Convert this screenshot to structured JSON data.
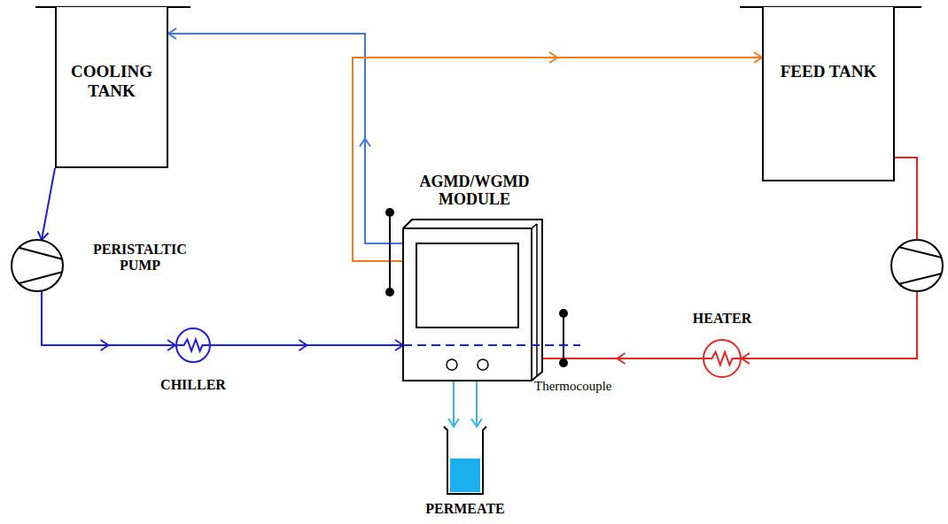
{
  "diagram": {
    "nodes": [
      {
        "text": [
          "COOLING TANK"
        ]
      },
      {
        "text": [
          "FEED TANK"
        ]
      },
      {
        "text": [
          "AGMD/WGMD MODULE"
        ]
      },
      {
        "text": [
          "PERISTALTIC PUMP"
        ]
      },
      {
        "text": [
          "HEATER"
        ]
      },
      {
        "text": [
          "CHILLER"
        ]
      },
      {
        "text": [
          "PERMEATE"
        ]
      }
    ],
    "edges": [
      {
        "from": 0,
        "to": 3,
        "arrow": "to"
      },
      {
        "from": 3,
        "to": 5,
        "arrow": "to"
      },
      {
        "from": 5,
        "to": 2,
        "arrow": "to"
      },
      {
        "from": 2,
        "to": 0,
        "arrow": "to"
      },
      {
        "from": 2,
        "to": 1,
        "arrow": "to"
      },
      {
        "from": 1,
        "to": 4,
        "arrow": "to"
      },
      {
        "from": 4,
        "to": 2,
        "arrow": "to"
      },
      {
        "from": 2,
        "to": 6,
        "arrow": "to"
      },
      {
        "from": 2,
        "to": 6,
        "arrow": "to"
      }
    ],
    "labels": [
      "Thermocouple"
    ]
  }
}
